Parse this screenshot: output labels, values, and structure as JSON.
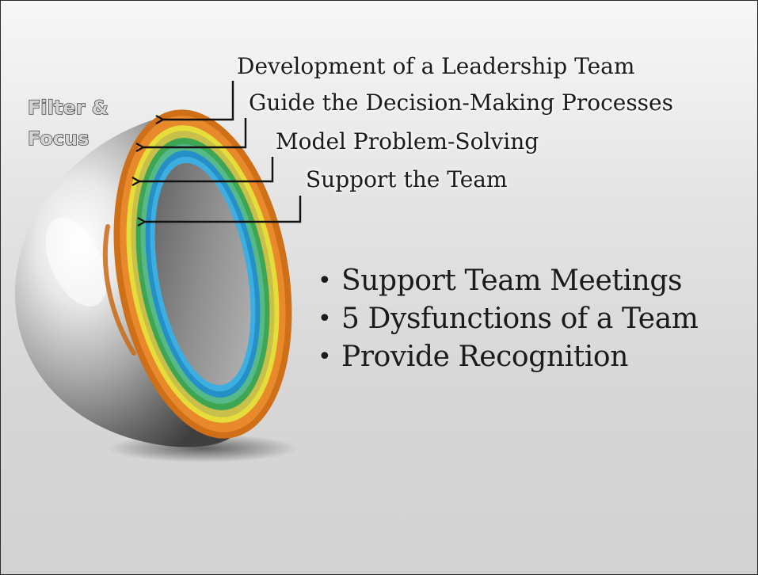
{
  "diagram": {
    "title_line1": "Filter &",
    "title_line2": "Focus",
    "levels": [
      {
        "label": "Development of a Leadership Team",
        "color": "#d97b1f"
      },
      {
        "label": "Guide the Decision-Making Processes",
        "color": "#e8dc2c"
      },
      {
        "label": "Model Problem-Solving",
        "color": "#3aa84a"
      },
      {
        "label": "Support the Team",
        "color": "#2b9bd4"
      }
    ]
  },
  "bullets": [
    "Support Team Meetings",
    "5 Dysfunctions of a Team",
    "Provide Recognition"
  ]
}
